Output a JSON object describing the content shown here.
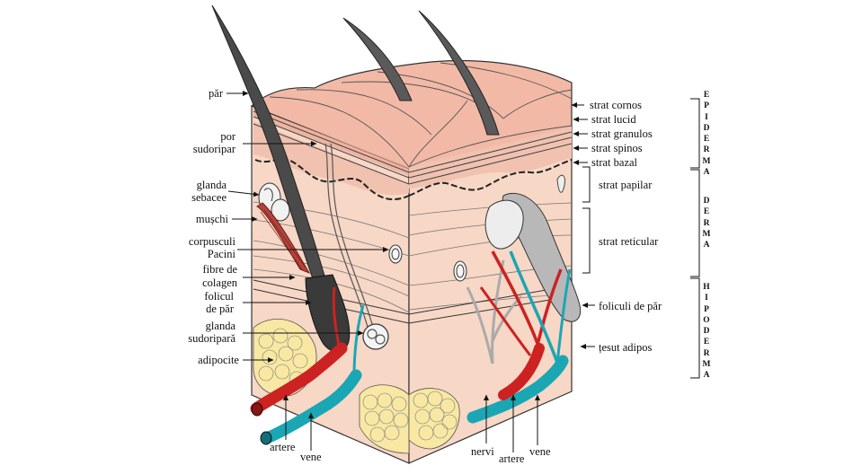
{
  "left_labels": {
    "par": "păr",
    "por": "por",
    "sudoripar": "sudoripar",
    "glanda": "glanda",
    "sebacee": "sebacee",
    "muschi": "mușchi",
    "corpusculi": "corpusculi",
    "pacini": "Pacini",
    "fibre_de": "fibre de",
    "colagen": "colagen",
    "folicul": "folicul",
    "de_par": "de păr",
    "glanda2": "glanda",
    "sudoripara": "sudoripară",
    "adipocite": "adipocite"
  },
  "bottom_labels": {
    "artere_left": "artere",
    "vene_left": "vene",
    "nervi": "nervi",
    "artere_right": "artere",
    "vene_right": "vene"
  },
  "right_labels": {
    "strat_cornos": "strat cornos",
    "strat_lucid": "strat lucid",
    "strat_granulos": "strat granulos",
    "strat_spinos": "strat spinos",
    "strat_bazal": "strat bazal",
    "strat_papilar": "strat papilar",
    "strat_reticular": "strat reticular",
    "foliculi_de_par": "foliculi de păr",
    "tesut_adipos": "țesut adipos"
  },
  "region_labels": {
    "epiderma": "E\nP\nI\nD\nE\nR\nM\nA",
    "derma": "D\nE\nR\nM\nA",
    "hipoderma": "H\nI\nP\nO\nD\nE\nR\nM\nA"
  }
}
